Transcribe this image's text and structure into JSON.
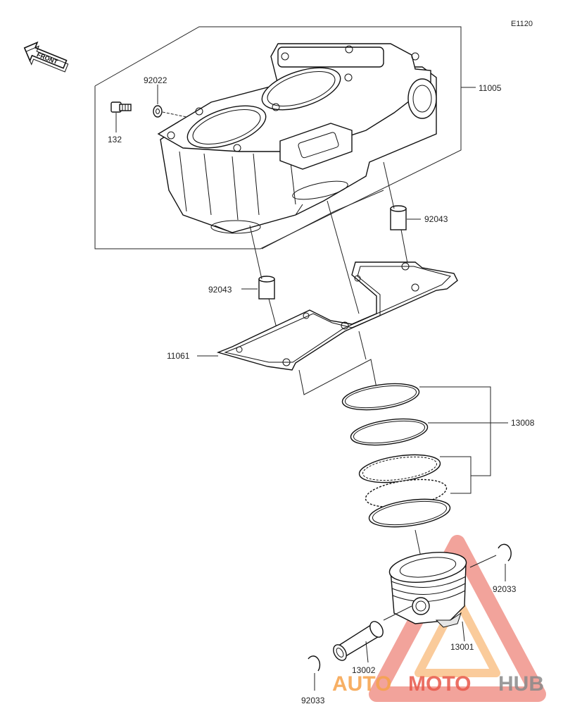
{
  "diagram_code": "E1120",
  "front_arrow_label": "FRONT",
  "parts": {
    "cylinder": "11005",
    "bolt": "132",
    "washer": "92022",
    "dowel_pin_upper": "92043",
    "dowel_pin_lower": "92043",
    "base_gasket": "11061",
    "piston_rings": "13008",
    "piston": "13001",
    "piston_pin": "13002",
    "circlip_right": "92033",
    "circlip_left": "92033"
  },
  "watermark": {
    "part1": "AUTO",
    "part2": "MOTO",
    "part3": "HUB",
    "color_auto": "#f6a24a",
    "color_moto": "#e8584a",
    "color_hub": "#8a8a8a"
  }
}
